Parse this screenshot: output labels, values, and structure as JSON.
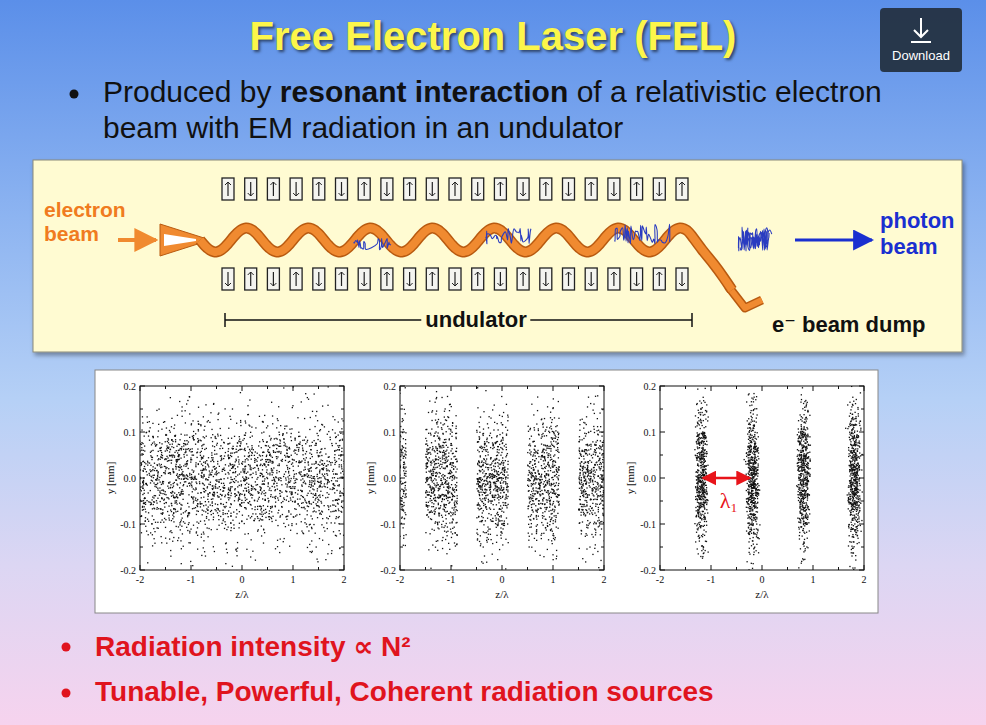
{
  "diagram": {
    "title": "Free Electron Laser (FEL)",
    "nodes": [
      {
        "text": [
          "Download"
        ]
      }
    ],
    "labels": [
      "Produced by",
      "resonant interaction",
      "of a relativistic electron beam with EM radiation in an undulator",
      "electron beam",
      "photon beam",
      "undulator",
      "e⁻ beam dump",
      "0.2",
      "0.1",
      "0.0",
      "-0.1",
      "-0.2",
      "y [mm]",
      "-2",
      "-1",
      "0",
      "1",
      "2",
      "z/λ",
      "0.2",
      "0.1",
      "0.0",
      "-0.1",
      "-0.2",
      "y [mm]",
      "-2",
      "-1",
      "0",
      "1",
      "2",
      "z/λ",
      "0.2",
      "0.1",
      "0.0",
      "-0.1",
      "-0.2",
      "y [mm]",
      "-2",
      "-1",
      "0",
      "1",
      "2",
      "z/λ",
      "λ₁",
      "Radiation intensity ∝ N²",
      "Tunable, Powerful, Coherent radiation sources"
    ]
  }
}
